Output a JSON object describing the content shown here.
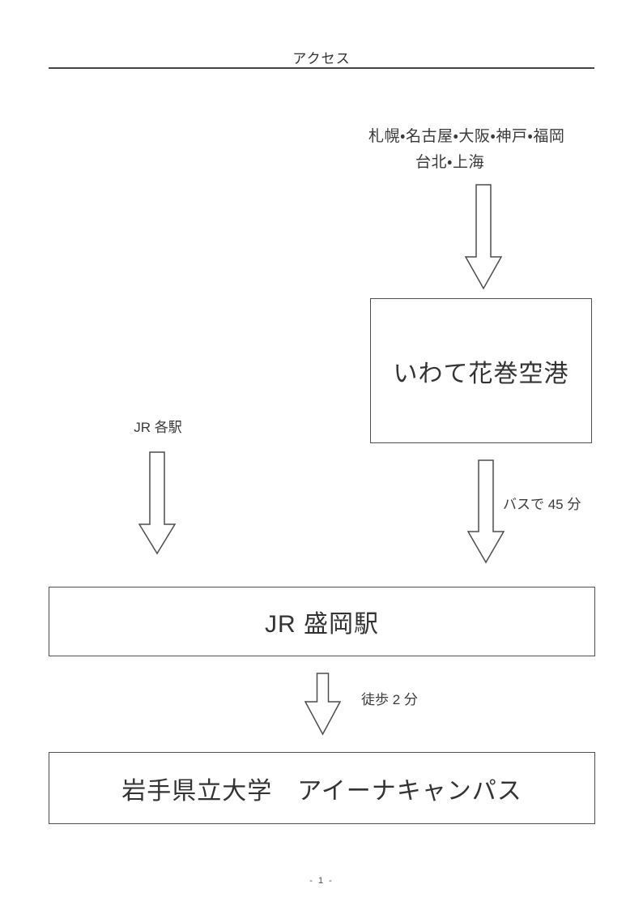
{
  "page": {
    "title": "アクセス",
    "page_number": "- 1 -"
  },
  "diagram": {
    "origins": {
      "line1": "札幌・名古屋・大阪・神戸・福岡",
      "line2": "台北・上海"
    },
    "nodes": {
      "airport": "いわて花巻空港",
      "station": "JR 盛岡駅",
      "campus": "岩手県立大学　アイーナキャンパス"
    },
    "labels": {
      "jr_lines": "JR 各駅",
      "bus": "バスで 45 分",
      "walk": "徒歩 2 分"
    },
    "colors": {
      "text": "#333333",
      "box_border": "#4f4f4f",
      "arrow_stroke": "#4d4d4d",
      "title_rule": "#454545",
      "background": "#ffffff"
    }
  }
}
